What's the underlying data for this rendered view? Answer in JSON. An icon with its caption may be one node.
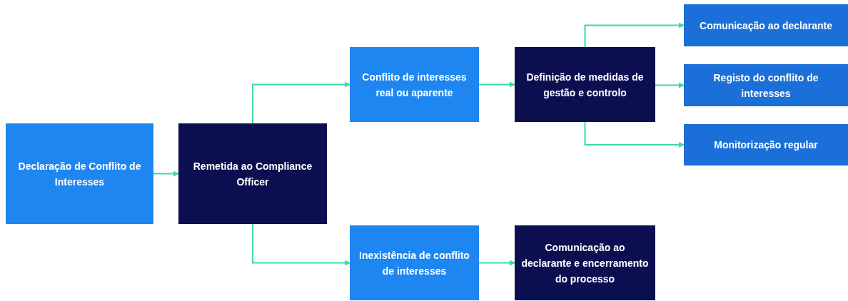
{
  "diagram": {
    "nodes": [
      {
        "text": [
          "Declaração de Conflito de Interesses"
        ]
      },
      {
        "text": [
          "Remetida ao Compliance Officer"
        ]
      },
      {
        "text": [
          "Conflito de interesses real ou aparente"
        ]
      },
      {
        "text": [
          "Definição de medidas de gestão e controlo"
        ]
      },
      {
        "text": [
          "Comunicação ao declarante"
        ]
      },
      {
        "text": [
          "Registo do conflito de interesses"
        ]
      },
      {
        "text": [
          "Monitorização regular"
        ]
      },
      {
        "text": [
          "Inexistência de conflito de interesses"
        ]
      },
      {
        "text": [
          "Comunicação ao declarante e encerramento do processo"
        ]
      }
    ],
    "edges": [
      {
        "from": 0,
        "to": 1,
        "arrow": "to"
      },
      {
        "from": 1,
        "to": 2,
        "arrow": "to"
      },
      {
        "from": 1,
        "to": 7,
        "arrow": "to"
      },
      {
        "from": 2,
        "to": 3,
        "arrow": "to"
      },
      {
        "from": 3,
        "to": 4,
        "arrow": "to"
      },
      {
        "from": 3,
        "to": 5,
        "arrow": "to"
      },
      {
        "from": 3,
        "to": 6,
        "arrow": "to"
      },
      {
        "from": 7,
        "to": 8,
        "arrow": "to"
      }
    ]
  }
}
